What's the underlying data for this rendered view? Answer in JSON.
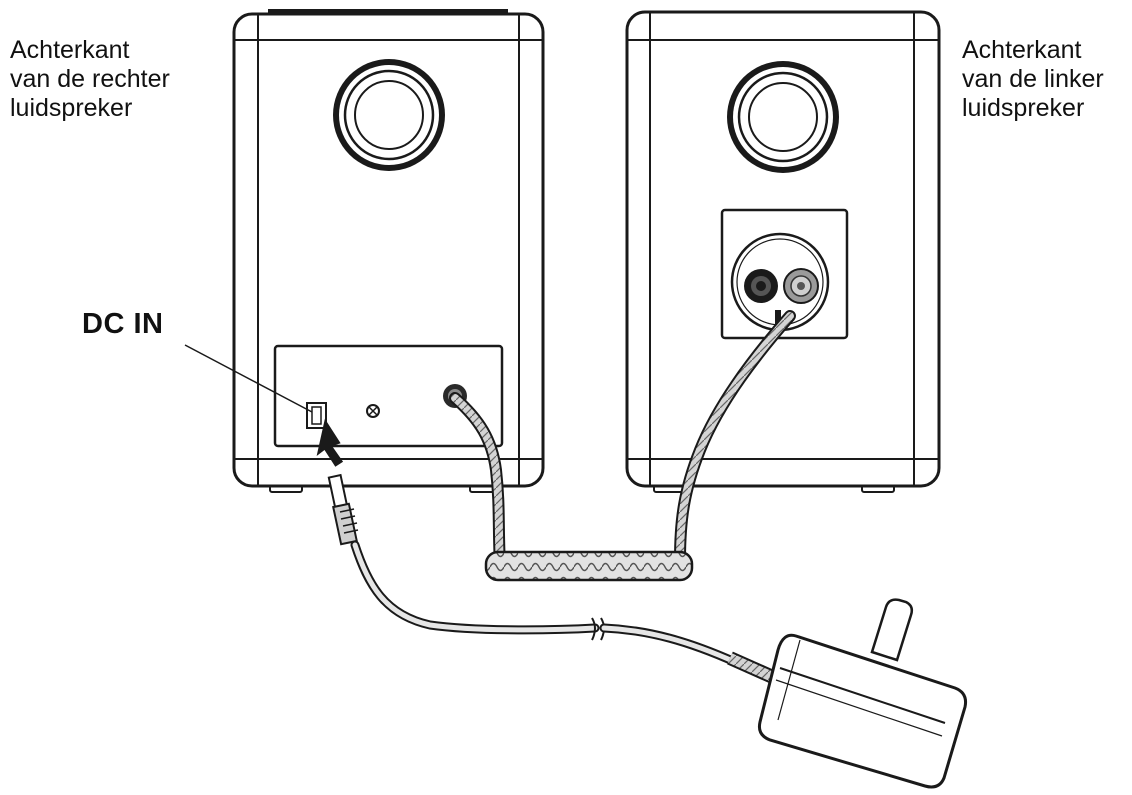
{
  "labels": {
    "right_speaker_back": [
      "Achterkant",
      "van de rechter",
      "luidspreker"
    ],
    "left_speaker_back": [
      "Achterkant",
      "van de linker",
      "luidspreker"
    ],
    "dc_in": "DC IN"
  },
  "colors": {
    "line": "#1a1a1a",
    "background": "#ffffff",
    "cable_fill": "#d8d8d8",
    "jack_gray": "#9a9a9a"
  },
  "icons": {
    "speaker_woofer": "woofer-circle",
    "terminals": "speaker-terminal-pair",
    "arrow": "pointer-arrow",
    "adapter": "power-adapter"
  }
}
